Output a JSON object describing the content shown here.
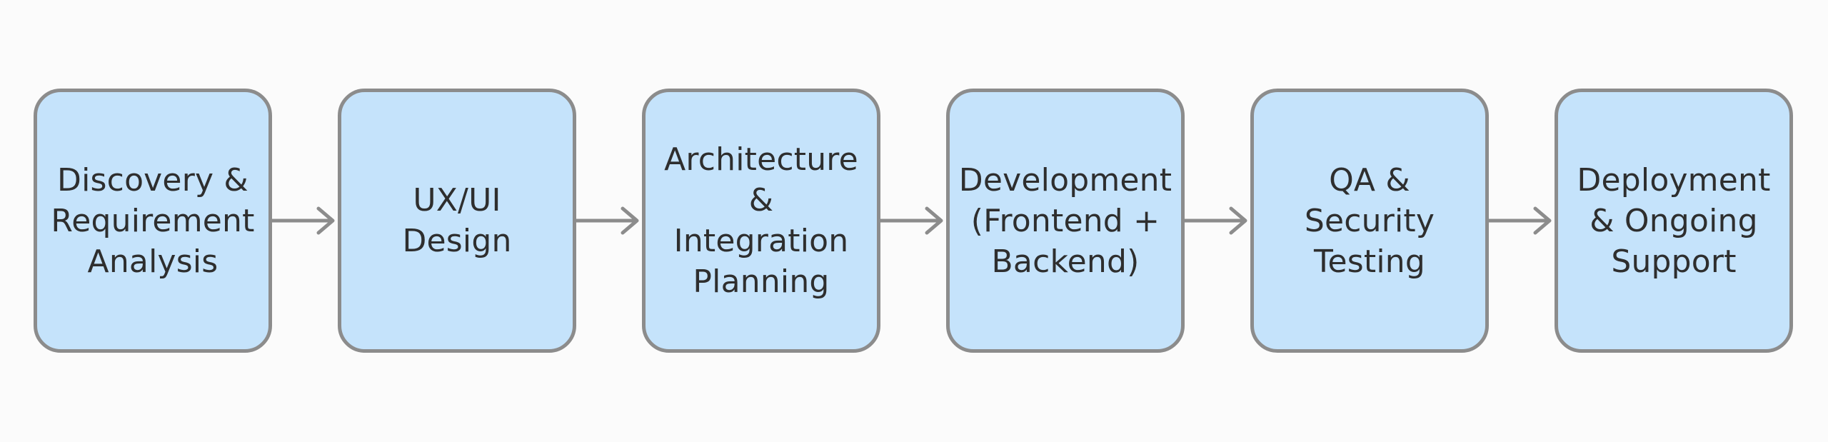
{
  "diagram": {
    "steps": [
      {
        "label": "Discovery &\nRequirement\nAnalysis"
      },
      {
        "label": "UX/UI\nDesign"
      },
      {
        "label": "Architecture\n&\nIntegration\nPlanning"
      },
      {
        "label": "Development\n(Frontend +\nBackend)"
      },
      {
        "label": "QA &\nSecurity\nTesting"
      },
      {
        "label": "Deployment\n& Ongoing\nSupport"
      }
    ],
    "colors": {
      "box_fill": "#c5e3fb",
      "box_border": "#8c8c8c",
      "arrow": "#8c8c8c",
      "text": "#2e2e2e",
      "background": "#fbfbfb"
    }
  }
}
